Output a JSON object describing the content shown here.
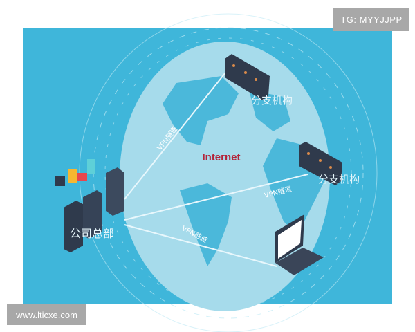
{
  "diagram": {
    "center_label": "Internet",
    "hq_label": "公司总部",
    "branch_labels": [
      "分支机构",
      "分支机构"
    ],
    "tunnel_labels": [
      "VPN隧道",
      "VPN隧道",
      "VPN隧道"
    ]
  },
  "watermarks": {
    "top_right": "TG: MYYJJPP",
    "bottom_left": "www.lticxe.com"
  },
  "colors": {
    "background": "#3fb6da",
    "globe": "#a6dbeb",
    "land": "#4bb8da",
    "device": "#2f3a4c",
    "internet_text": "#b3243a"
  }
}
